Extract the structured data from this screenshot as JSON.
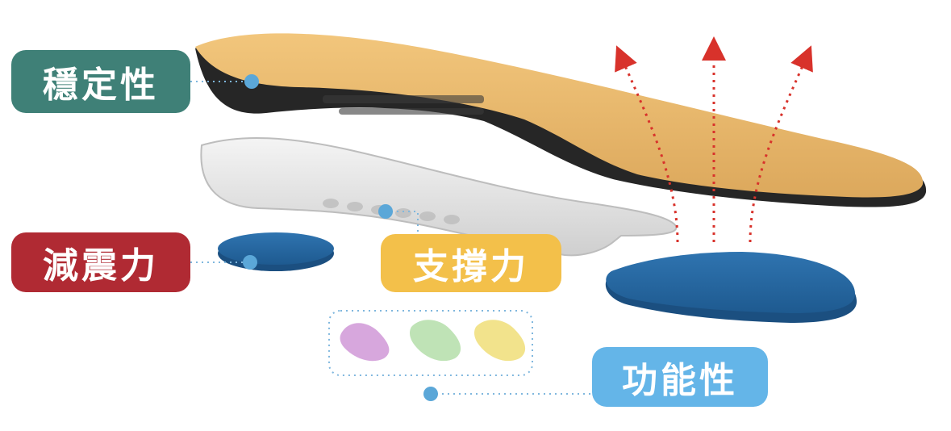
{
  "labels": {
    "stability": "穩定性",
    "shock_absorption": "減震力",
    "support": "支撐力",
    "functionality": "功能性"
  },
  "colors": {
    "stability": "#3f8077",
    "shock_absorption": "#b02a33",
    "support": "#f3c04a",
    "functionality": "#64b5e8",
    "connector": "#7fb7de",
    "arrow": "#d8322b",
    "insole_top": "#e9b76a",
    "insole_base": "#262626",
    "midshell": "#e6e6e6",
    "pad": "#2c6da6"
  },
  "icons": [
    "insole-top-layer",
    "support-shell",
    "heel-pad",
    "forefoot-pad",
    "arch-insert-purple",
    "arch-insert-green",
    "arch-insert-yellow",
    "airflow-arrow"
  ]
}
